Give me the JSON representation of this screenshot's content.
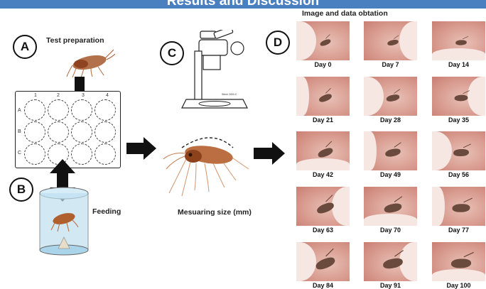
{
  "banner": {
    "title": "Results and Discussion",
    "color": "#4a7fc0"
  },
  "panels": {
    "a": {
      "letter": "A",
      "title": "Test preparation"
    },
    "b": {
      "letter": "B",
      "title": "Feeding"
    },
    "c": {
      "letter": "C",
      "title": "Mesuaring size (mm)",
      "microscope_label": "Stemi 2000-C"
    },
    "d": {
      "letter": "D",
      "title": "Image and data obtation"
    }
  },
  "plate": {
    "columns": [
      "1",
      "2",
      "3",
      "4"
    ],
    "rows": [
      "A",
      "B",
      "C"
    ]
  },
  "days": [
    "Day 0",
    "Day 7",
    "Day 14",
    "Day 21",
    "Day 28",
    "Day 35",
    "Day 42",
    "Day 49",
    "Day 56",
    "Day 63",
    "Day 70",
    "Day 77",
    "Day 84",
    "Day 91",
    "Day 100"
  ]
}
